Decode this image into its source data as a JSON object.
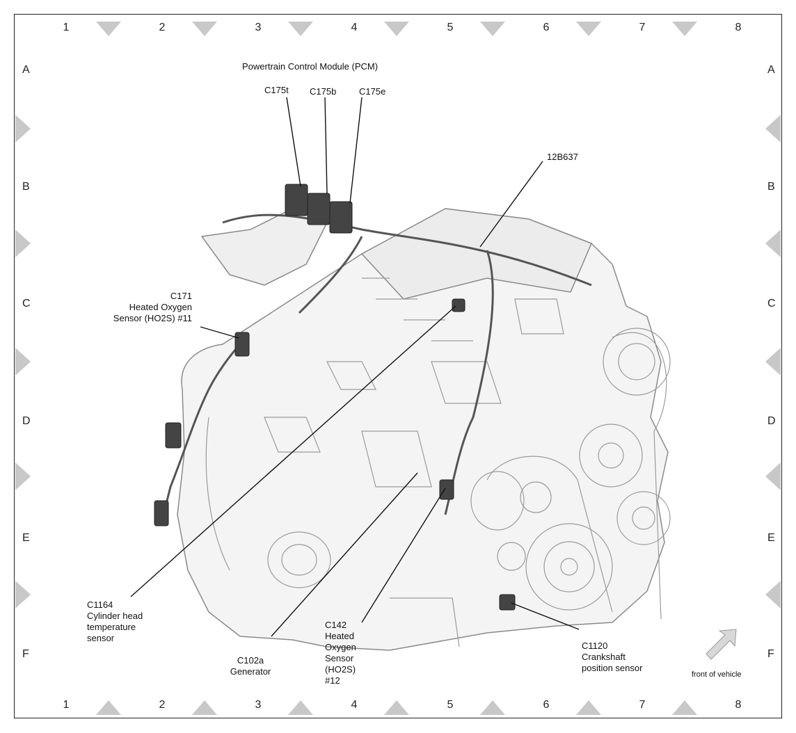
{
  "grid": {
    "columns": [
      "1",
      "2",
      "3",
      "4",
      "5",
      "6",
      "7",
      "8"
    ],
    "rows": [
      "A",
      "B",
      "C",
      "D",
      "E",
      "F"
    ]
  },
  "labels": {
    "pcm_title": "Powertrain Control Module (PCM)",
    "c175t": "C175t",
    "c175b": "C175b",
    "c175e": "C175e",
    "part_12b637": "12B637",
    "c171_id": "C171",
    "c171_line1": "Heated Oxygen",
    "c171_line2": "Sensor (HO2S) #11",
    "c1164_id": "C1164",
    "c1164_line1": "Cylinder head",
    "c1164_line2": "temperature",
    "c1164_line3": "sensor",
    "c102a_id": "C102a",
    "c102a_line1": "Generator",
    "c142_id": "C142",
    "c142_line1": "Heated",
    "c142_line2": "Oxygen",
    "c142_line3": "Sensor",
    "c142_line4": "(HO2S)",
    "c142_line5": "#12",
    "c1120_id": "C1120",
    "c1120_line1": "Crankshaft",
    "c1120_line2": "position sensor",
    "front_of_vehicle": "front of vehicle"
  },
  "colors": {
    "marker": "#c8c8c8",
    "line": "#111111",
    "engine": "#8a8a8a"
  }
}
